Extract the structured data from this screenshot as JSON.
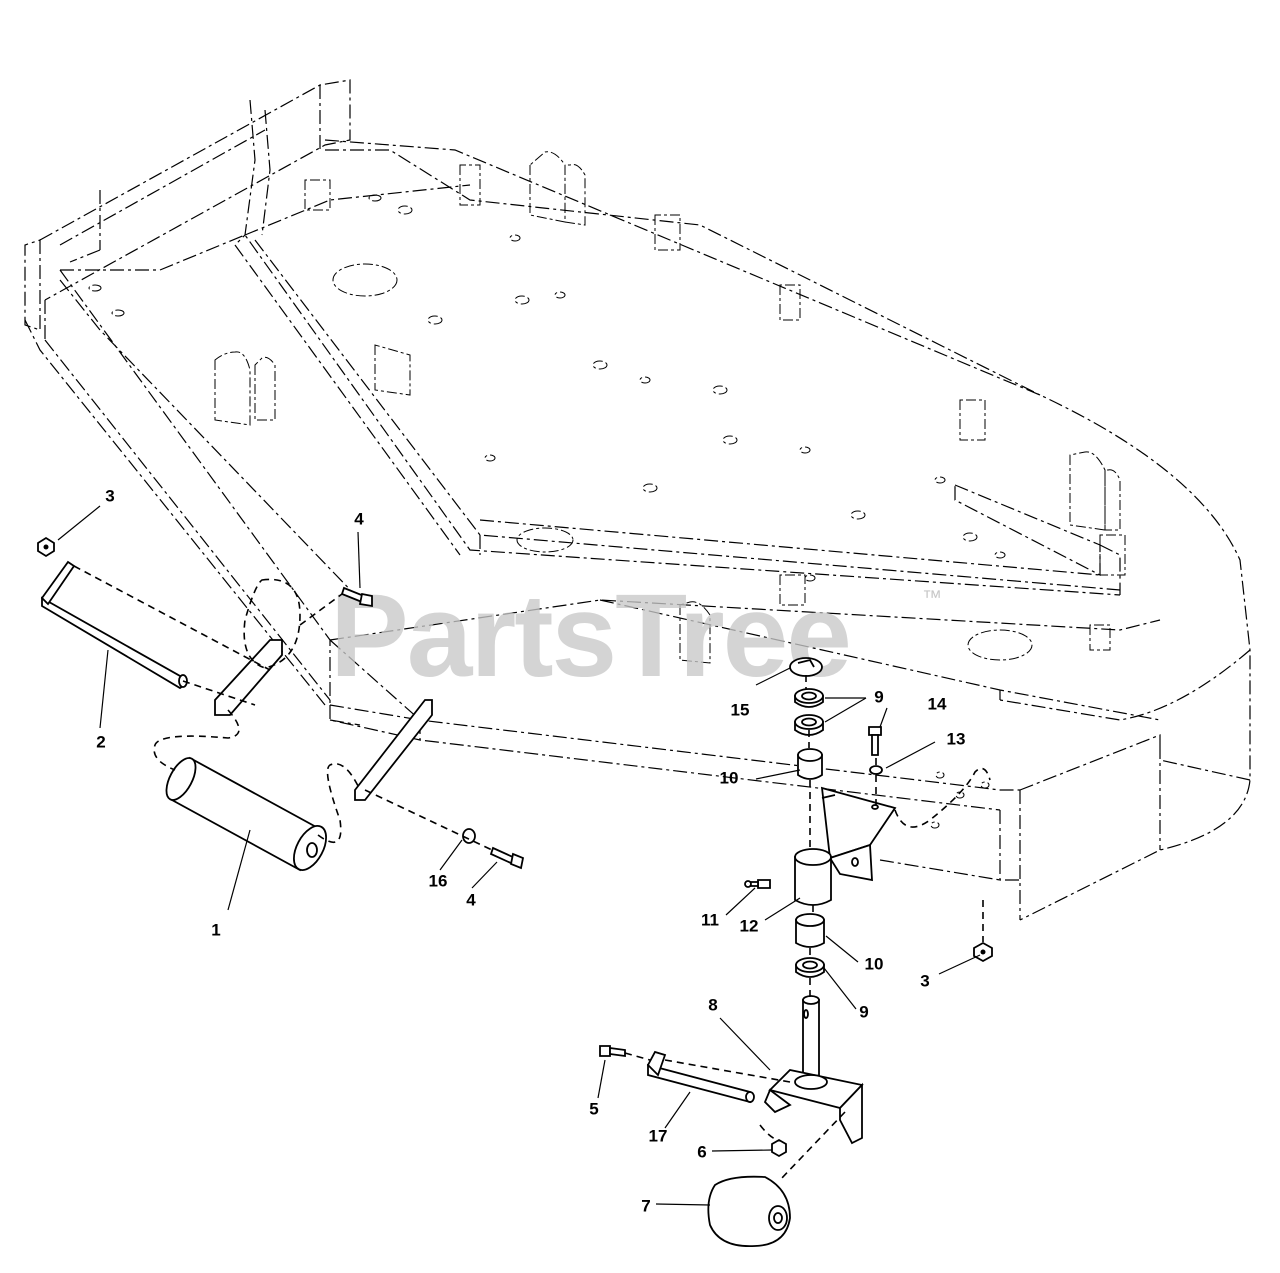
{
  "watermark": {
    "text": "PartsTree",
    "trademark": "™"
  },
  "callouts": {
    "c1": "1",
    "c2": "2",
    "c3_left": "3",
    "c3_right": "3",
    "c4_upper": "4",
    "c4_lower": "4",
    "c5": "5",
    "c6": "6",
    "c7": "7",
    "c8": "8",
    "c9_upper": "9",
    "c9_lower": "9",
    "c10_upper": "10",
    "c10_lower": "10",
    "c11": "11",
    "c12": "12",
    "c13": "13",
    "c14": "14",
    "c15": "15",
    "c16": "16",
    "c17": "17"
  }
}
